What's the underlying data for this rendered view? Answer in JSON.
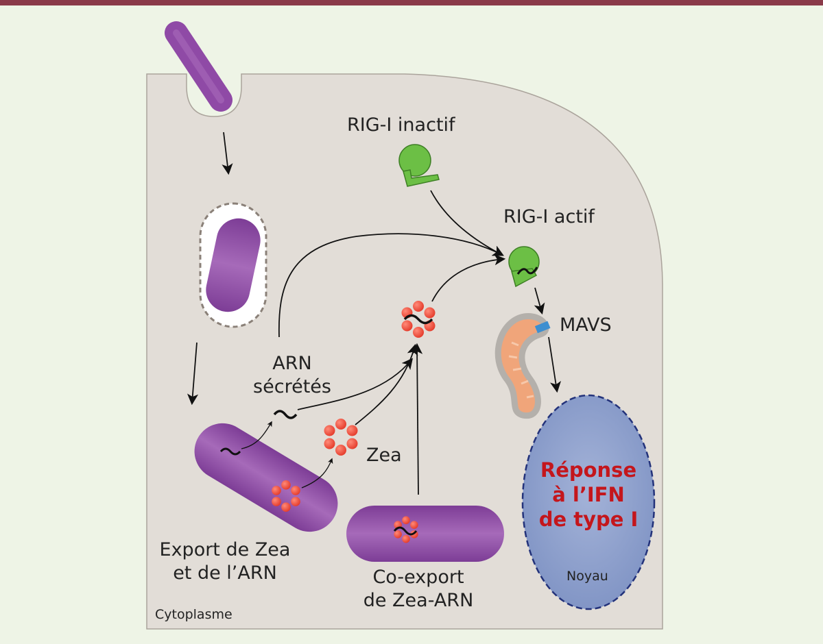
{
  "labels": {
    "rig_inactive": "RIG-I inactif",
    "rig_active": "RIG-I actif",
    "mavs": "MAVS",
    "arn_line1": "ARN",
    "arn_line2": "sécrétés",
    "zea": "Zea",
    "export_line1": "Export de Zea",
    "export_line2": "et de l’ARN",
    "coexport_line1": "Co-export",
    "coexport_line2": "de Zea-ARN",
    "response_line1": "Réponse",
    "response_line2": "à l’IFN",
    "response_line3": "de type I",
    "nucleus": "Noyau",
    "cytoplasm": "Cytoplasme"
  },
  "colors": {
    "background": "#eef4e6",
    "top_bar": "#8a3a49",
    "cytoplasm": "#e2ddd7",
    "bacterium": "#8f4aa6",
    "vacuole_membrane": "#8a8078",
    "rig_i": "#6cbf45",
    "zea_bead": "#ef4d3b",
    "mavs": "#3d8fd0",
    "mitochondrion": "#f0a57a",
    "nucleus": "#8fa1cc",
    "response_text": "#c4161c"
  }
}
